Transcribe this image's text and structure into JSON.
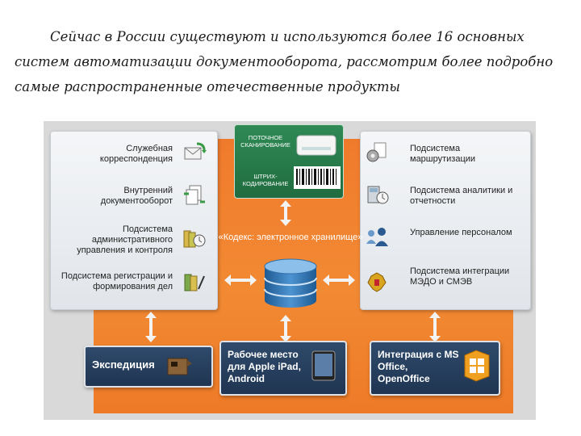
{
  "intro_text": "Сейчас в России существуют и используются более 16 основных систем автоматизации документооборота, рассмотрим более подробно самые распространенные отечественные продукты",
  "diagram": {
    "left_items": [
      {
        "label": "Служебная корреспонденция",
        "icon": "envelope-arrows-icon"
      },
      {
        "label": "Внутренний документооборот",
        "icon": "documents-arrows-icon"
      },
      {
        "label": "Подсистема административного управления и контроля",
        "icon": "folders-clock-icon"
      },
      {
        "label": "Подсистема регистрации и формирования дел",
        "icon": "folders-pen-icon"
      }
    ],
    "right_items": [
      {
        "label": "Подсистема маршрутизации",
        "icon": "gears-documents-icon"
      },
      {
        "label": "Подсистема аналитики и отчетности",
        "icon": "calculator-clock-icon"
      },
      {
        "label": "Управление персоналом",
        "icon": "people-icon"
      },
      {
        "label": "Подсистема интеграции МЭДО и СМЭВ",
        "icon": "coat-of-arms-icon"
      }
    ],
    "top_box": {
      "scan_label": "ПОТОЧНОЕ СКАНИРОВАНИЕ",
      "barcode_label": "ШТРИХ-КОДИРОВАНИЕ"
    },
    "center_label": "«Кодекс: электронное хранилище»",
    "bottom_boxes": [
      {
        "label": "Экспедиция",
        "icon": "mailbox-icon"
      },
      {
        "label": "Рабочее место для Apple iPad, Android",
        "icon": "tablet-icon"
      },
      {
        "label": "Интеграция с MS Office, OpenOffice",
        "icon": "office-logo-icon"
      }
    ],
    "colors": {
      "background": "#f07a2c",
      "bottom_boxes": "#2f4a6b",
      "top_box": "#2f8a55",
      "database": "#2e6fa8"
    }
  }
}
